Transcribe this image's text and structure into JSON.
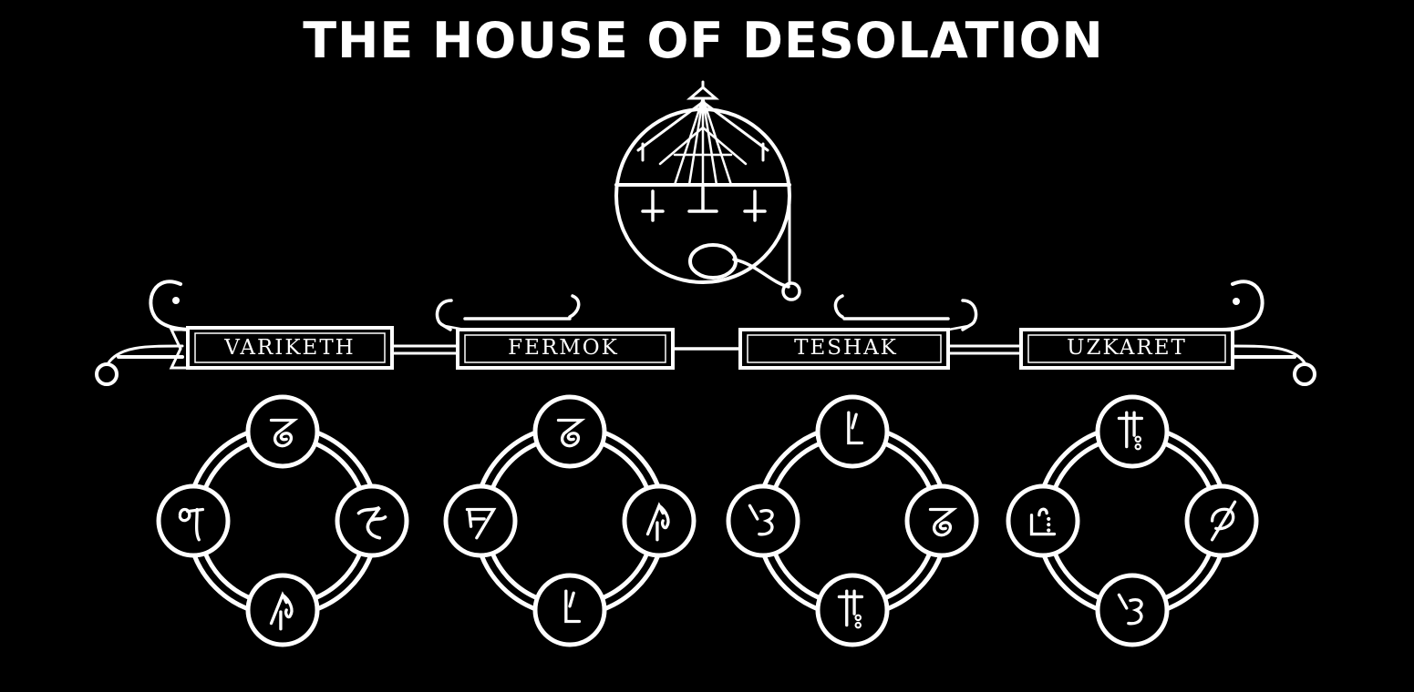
{
  "title": "THE HOUSE OF DESOLATION",
  "colors": {
    "background": "#000000",
    "line": "#ffffff"
  },
  "central_sigil": {
    "icon": "house-sigil-icon"
  },
  "houses": [
    {
      "label": "VARIKETH",
      "glyphs": {
        "top": "zeta-spiral-glyph-icon",
        "left": "nine-hook-glyph-icon",
        "right": "zigzag-glyph-icon",
        "bottom": "branch-hook-glyph-icon"
      }
    },
    {
      "label": "FERMOK",
      "glyphs": {
        "top": "zeta-spiral-glyph-icon",
        "left": "seven-slash-glyph-icon",
        "right": "branch-hook-glyph-icon",
        "bottom": "hook-mark-glyph-icon"
      }
    },
    {
      "label": "TESHAK",
      "glyphs": {
        "top": "hook-mark-glyph-icon",
        "left": "three-curl-glyph-icon",
        "right": "zeta-spiral-glyph-icon",
        "bottom": "tau-dot-glyph-icon"
      }
    },
    {
      "label": "UZKARET",
      "glyphs": {
        "top": "tau-dot-glyph-icon",
        "left": "hook-dots-glyph-icon",
        "right": "crossed-loop-glyph-icon",
        "bottom": "three-curl-glyph-icon"
      }
    }
  ]
}
